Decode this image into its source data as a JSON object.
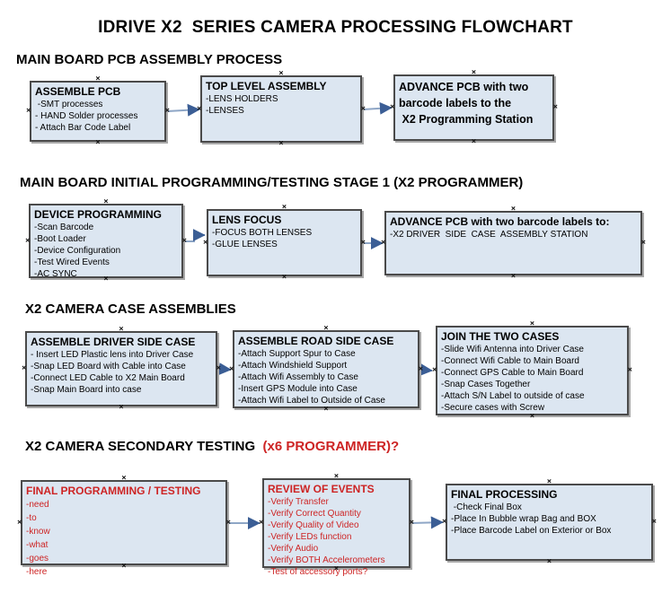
{
  "page_title": "IDRIVE X2  SERIES CAMERA PROCESSING FLOWCHART",
  "colors": {
    "box_fill": "#dce6f1",
    "box_border": "#4a4a4a",
    "red_text": "#cd2424",
    "arrow_line": "#8ea6c6",
    "arrow_head": "#3b5e95"
  },
  "sections": [
    {
      "heading": "MAIN BOARD PCB ASSEMBLY PROCESS",
      "boxes": [
        {
          "title": "ASSEMBLE PCB",
          "items": [
            " -SMT processes",
            "- HAND Solder processes",
            "- Attach Bar Code Label"
          ]
        },
        {
          "title": "TOP LEVEL ASSEMBLY",
          "items": [
            "-LENS HOLDERS",
            "-LENSES"
          ]
        },
        {
          "title": "ADVANCE PCB with two\nbarcode labels to the\n X2 Programming Station",
          "items": []
        }
      ]
    },
    {
      "heading": "MAIN BOARD INITIAL PROGRAMMING/TESTING STAGE 1 (X2 PROGRAMMER)",
      "boxes": [
        {
          "title": "DEVICE PROGRAMMING",
          "items": [
            "-Scan Barcode",
            "-Boot Loader",
            "-Device Configuration",
            "-Test Wired Events",
            "-AC SYNC"
          ]
        },
        {
          "title": "LENS FOCUS",
          "items": [
            "-FOCUS BOTH LENSES",
            "-GLUE LENSES"
          ]
        },
        {
          "title": "ADVANCE PCB with two barcode labels to:",
          "items": [
            "-X2 DRIVER  SIDE  CASE  ASSEMBLY STATION"
          ]
        }
      ]
    },
    {
      "heading": "X2 CAMERA CASE ASSEMBLIES",
      "boxes": [
        {
          "title": "ASSEMBLE DRIVER SIDE CASE",
          "items": [
            "- Insert LED Plastic lens into Driver Case",
            "-Snap LED Board with Cable into Case",
            "-Connect LED Cable to X2 Main Board",
            "-Snap Main Board into case"
          ]
        },
        {
          "title": "ASSEMBLE ROAD SIDE CASE",
          "items": [
            "-Attach Support Spur to Case",
            "-Attach Windshield Support",
            "-Attach Wifi Assembly to Case",
            "-Insert GPS Module into Case",
            "-Attach Wifi Label to Outside of Case"
          ]
        },
        {
          "title": "JOIN THE TWO CASES",
          "items": [
            "-Slide Wifi Antenna into Driver Case",
            "-Connect Wifi Cable to Main Board",
            "-Connect GPS Cable to Main Board",
            "-Snap Cases Together",
            "-Attach S/N Label to outside of case",
            "-Secure cases with Screw"
          ]
        }
      ]
    },
    {
      "heading_black": "X2 CAMERA SECONDARY TESTING  ",
      "heading_red": "(x6 PROGRAMMER)?",
      "boxes": [
        {
          "title": "FINAL PROGRAMMING / TESTING",
          "color": "red",
          "items": [
            "-need",
            "-to",
            "-know",
            "-what",
            "-goes",
            "-here"
          ]
        },
        {
          "title": "REVIEW OF EVENTS",
          "color": "red",
          "items": [
            "-Verify Transfer",
            "-Verify Correct Quantity",
            "-Verify Quality of Video",
            "-Verify LEDs function",
            "-Verify Audio",
            "-Verify BOTH Accelerometers",
            "-Test of accessory ports?"
          ]
        },
        {
          "title": "FINAL PROCESSING",
          "items": [
            " -Check Final Box",
            "-Place In Bubble wrap Bag and BOX",
            "-Place Barcode Label on Exterior or Box"
          ]
        }
      ]
    }
  ]
}
